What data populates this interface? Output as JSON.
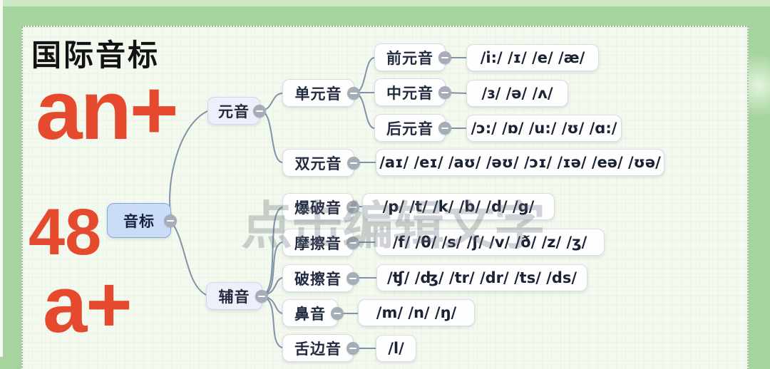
{
  "header": {
    "title": "国际音标"
  },
  "decor": {
    "word_top": "an+",
    "number": "48",
    "word_bottom": "a+"
  },
  "watermark": "点击编辑文字",
  "colors": {
    "outer_green": "#a6d49e",
    "card_bg": "#f3f9ee",
    "accent_red": "#e54a2e",
    "root_fill": "#cbdcf7",
    "branch_fill": "#edeffa",
    "connector": "#7e92aa"
  },
  "icons": {
    "collapse": "minus-circle"
  },
  "mindmap": {
    "root": {
      "label": "音标"
    },
    "branches": [
      {
        "label": "元音",
        "children": [
          {
            "label": "单元音",
            "children": [
              {
                "label": "前元音",
                "symbols": "/i:/ /ɪ/ /e/ /æ/"
              },
              {
                "label": "中元音",
                "symbols": "/ɜ/ /ə/ /ʌ/"
              },
              {
                "label": "后元音",
                "symbols": "/ɔ:/ /ɒ/ /u:/ /ʊ/ /ɑ:/"
              }
            ]
          },
          {
            "label": "双元音",
            "symbols": "/aɪ/ /eɪ/ /aʊ/ /əʊ/ /ɔɪ/ /ɪə/ /eə/ /ʊə/"
          }
        ]
      },
      {
        "label": "辅音",
        "children": [
          {
            "label": "爆破音",
            "symbols": "/p/ /t/ /k/ /b/ /d/ /g/"
          },
          {
            "label": "摩擦音",
            "symbols": "/f/ /θ/ /s/ /ʃ/ /v/ /ð/ /z/ /ʒ/"
          },
          {
            "label": "破擦音",
            "symbols": "/ʧ/ /ʤ/ /tr/ /dr/ /ts/ /ds/"
          },
          {
            "label": "鼻音",
            "symbols": "/m/ /n/ /ŋ/"
          },
          {
            "label": "舌边音",
            "symbols": "/l/"
          }
        ]
      }
    ]
  }
}
